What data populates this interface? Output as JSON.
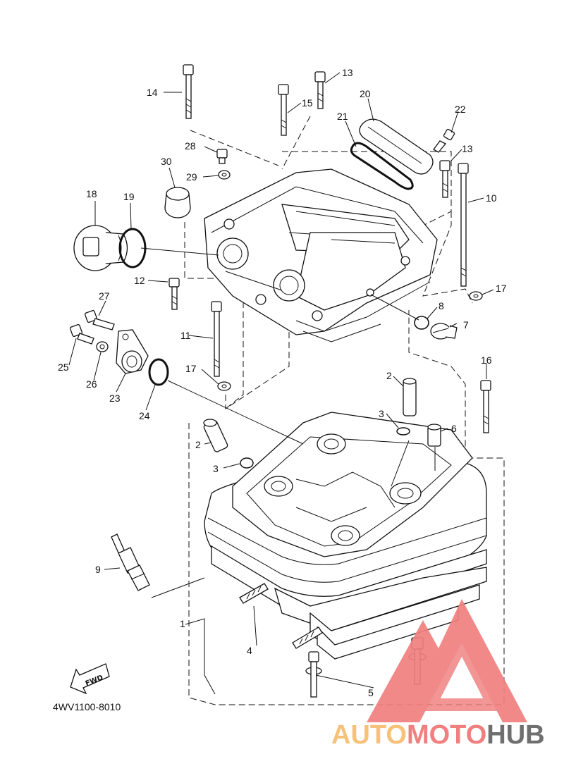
{
  "diagram": {
    "drawing_code": "4WV1100-8010",
    "fwd_label": "FWD",
    "callouts": [
      {
        "id": "c1",
        "label": "1"
      },
      {
        "id": "c2a",
        "label": "2"
      },
      {
        "id": "c2b",
        "label": "2"
      },
      {
        "id": "c3a",
        "label": "3"
      },
      {
        "id": "c3b",
        "label": "3"
      },
      {
        "id": "c4",
        "label": "4"
      },
      {
        "id": "c5",
        "label": "5"
      },
      {
        "id": "c6",
        "label": "6"
      },
      {
        "id": "c7",
        "label": "7"
      },
      {
        "id": "c8",
        "label": "8"
      },
      {
        "id": "c9",
        "label": "9"
      },
      {
        "id": "c10",
        "label": "10"
      },
      {
        "id": "c11",
        "label": "11"
      },
      {
        "id": "c12",
        "label": "12"
      },
      {
        "id": "c13a",
        "label": "13"
      },
      {
        "id": "c13b",
        "label": "13"
      },
      {
        "id": "c14",
        "label": "14"
      },
      {
        "id": "c15",
        "label": "15"
      },
      {
        "id": "c16",
        "label": "16"
      },
      {
        "id": "c17a",
        "label": "17"
      },
      {
        "id": "c17b",
        "label": "17"
      },
      {
        "id": "c18",
        "label": "18"
      },
      {
        "id": "c19",
        "label": "19"
      },
      {
        "id": "c20",
        "label": "20"
      },
      {
        "id": "c21",
        "label": "21"
      },
      {
        "id": "c22",
        "label": "22"
      },
      {
        "id": "c23",
        "label": "23"
      },
      {
        "id": "c24",
        "label": "24"
      },
      {
        "id": "c25",
        "label": "25"
      },
      {
        "id": "c26",
        "label": "26"
      },
      {
        "id": "c27",
        "label": "27"
      },
      {
        "id": "c28",
        "label": "28"
      },
      {
        "id": "c29",
        "label": "29"
      },
      {
        "id": "c30",
        "label": "30"
      }
    ]
  },
  "watermark": {
    "part1": "AUTO",
    "part2": "MOTO",
    "part3": "HUB",
    "color_light": "#f6c27a",
    "color_main": "#f08080",
    "color_dark": "#6f6f6f"
  }
}
